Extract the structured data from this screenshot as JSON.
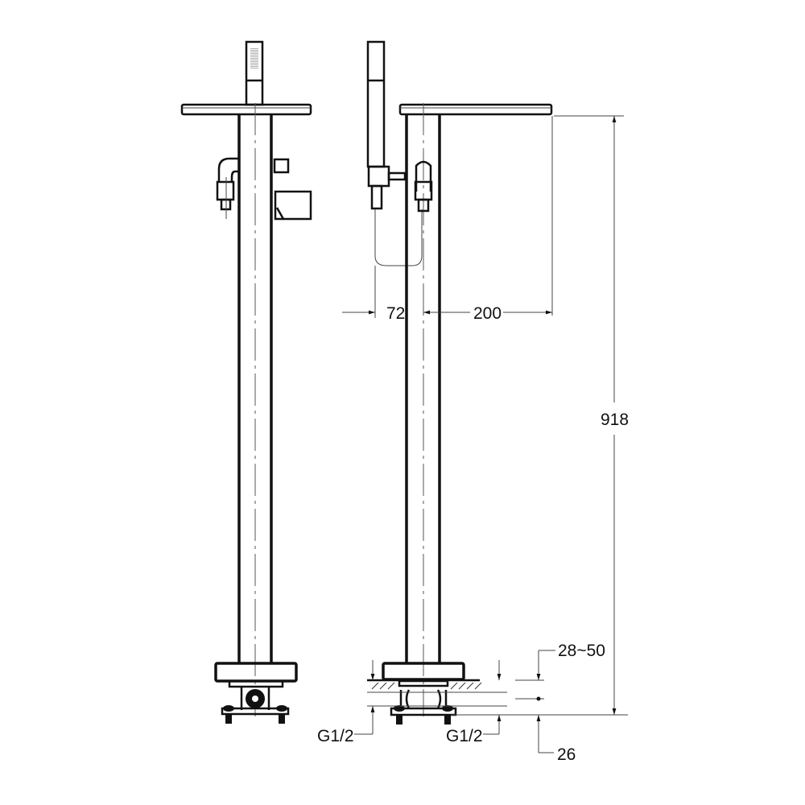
{
  "drawing": {
    "title": "Freestanding bath mixer with hand shower - technical drawing",
    "views": [
      "front-view",
      "side-view"
    ],
    "line_color": "#111111",
    "background": "#ffffff"
  },
  "dimensions": {
    "handshower_offset": "72",
    "spout_reach": "200",
    "total_height": "918",
    "floor_range": "28~50",
    "base_height": "26",
    "inlet_left": "G1/2",
    "inlet_right": "G1/2"
  }
}
